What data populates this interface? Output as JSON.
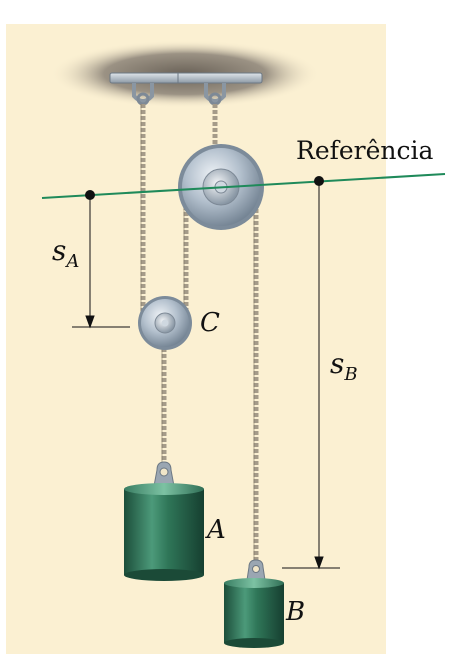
{
  "labels": {
    "datum": "Referência",
    "sA": "s",
    "sA_sub": "A",
    "sB": "s",
    "sB_sub": "B",
    "pulley_c": "C",
    "block_a": "A",
    "block_b": "B"
  },
  "colors": {
    "background": "#fbf0d2",
    "datum_line": "#1f8a5a",
    "block": "#2e7a5c",
    "rope": "#a89e8c",
    "pulley": "#a9b6c4"
  }
}
